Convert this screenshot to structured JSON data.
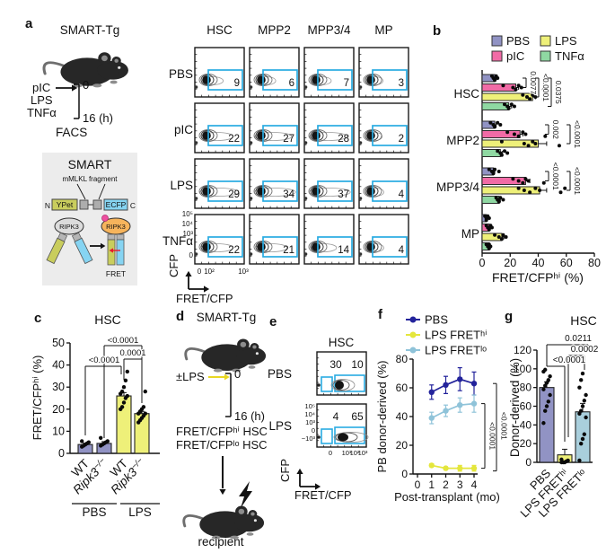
{
  "panel_labels": {
    "a": "a",
    "b": "b",
    "c": "c",
    "d": "d",
    "e": "e",
    "f": "f",
    "g": "g"
  },
  "colors": {
    "pbs": "#9193c4",
    "pic": "#f16ba6",
    "lps": "#eef079",
    "tnfa": "#8fd8a2",
    "lps_lo": "#a9cfdc",
    "line_pbs": "#23239b",
    "line_hi": "#e4e63c",
    "line_lo": "#8fc3d9",
    "gate": "#29abe2",
    "red": "#e8192c",
    "ink": "#111111"
  },
  "panels": {
    "a": {
      "model": "SMART-Tg",
      "stimuli": [
        "pIC",
        "LPS",
        "TNFα"
      ],
      "t0": "0",
      "t1": "16 (h)",
      "readout": "FACS",
      "smart": {
        "title": "SMART",
        "fragment": "mMLKL fragment",
        "n": "N",
        "c": "C",
        "ypet": "YPet",
        "ecfp": "ECFP",
        "ripk3": "RIPK3",
        "fret": "FRET"
      },
      "flow": {
        "columns": [
          "HSC",
          "MPP2",
          "MPP3/4",
          "MP"
        ],
        "rows": [
          "PBS",
          "pIC",
          "LPS",
          "TNFα"
        ],
        "values": [
          [
            9,
            6,
            7,
            3
          ],
          [
            22,
            27,
            28,
            2
          ],
          [
            29,
            34,
            37,
            4
          ],
          [
            22,
            21,
            14,
            4
          ]
        ],
        "y_ticks": [
          "10⁵",
          "10⁴",
          "10³",
          "0"
        ],
        "x_ticks": [
          "0",
          "10²",
          "10³"
        ],
        "ylabel": "CFP",
        "xlabel": "FRET/CFP"
      }
    },
    "d": {
      "model": "SMART-Tg",
      "stimulus": "±LPS",
      "t0": "0",
      "t1": "16 (h)",
      "sorted": [
        "FRET/CFPʰⁱ HSC",
        "FRET/CFPˡᵒ HSC"
      ],
      "recipient": "recipient"
    },
    "e": {
      "title": "HSC",
      "rows": [
        "PBS",
        "LPS"
      ],
      "values": [
        [
          30,
          10
        ],
        [
          4,
          65
        ]
      ],
      "y_ticks": [
        "10⁵",
        "10⁴",
        "10³",
        "0",
        "−10³"
      ],
      "x_ticks": [
        "0",
        "10¹",
        "10²",
        "10³"
      ],
      "ylabel": "CFP",
      "xlabel": "FRET/CFP"
    }
  },
  "chart_data": [
    {
      "id": "b",
      "type": "bar",
      "orientation": "horizontal",
      "categories": [
        "HSC",
        "MPP2",
        "MPP3/4",
        "MP"
      ],
      "series": [
        {
          "name": "PBS",
          "color_key": "pbs",
          "values": [
            9,
            9,
            8,
            3
          ],
          "errors": [
            1,
            1,
            1,
            0.5
          ],
          "dots": [
            [
              7,
              8,
              9,
              10,
              11
            ],
            [
              6,
              8,
              9,
              11,
              13
            ],
            [
              5,
              7,
              8,
              9,
              12
            ],
            [
              2,
              3,
              3,
              4,
              5
            ]
          ]
        },
        {
          "name": "pIC",
          "color_key": "pic",
          "values": [
            24,
            27,
            31,
            5
          ],
          "errors": [
            2,
            2,
            3,
            0.5
          ],
          "dots": [
            [
              15,
              22,
              24,
              26,
              28,
              44
            ],
            [
              18,
              23,
              26,
              29,
              31,
              45
            ],
            [
              22,
              26,
              29,
              31,
              33,
              44
            ],
            [
              3,
              4,
              5,
              6,
              7
            ]
          ]
        },
        {
          "name": "LPS",
          "color_key": "lps",
          "values": [
            36,
            40,
            41,
            14
          ],
          "errors": [
            2,
            6,
            5,
            1.5
          ],
          "dots": [
            [
              29,
              32,
              34,
              36,
              38,
              44
            ],
            [
              14,
              30,
              33,
              36,
              38,
              55
            ],
            [
              26,
              30,
              34,
              38,
              41,
              56,
              59
            ],
            [
              9,
              12,
              14,
              15,
              17
            ]
          ]
        },
        {
          "name": "TNFα",
          "color_key": "tnfa",
          "values": [
            19,
            13,
            12,
            5
          ],
          "errors": [
            2,
            1.5,
            1,
            0.5
          ],
          "dots": [
            [
              16,
              18,
              19,
              21,
              23
            ],
            [
              11,
              13,
              14,
              16,
              18
            ],
            [
              10,
              11,
              12,
              13,
              15
            ],
            [
              3,
              4,
              5,
              5,
              6
            ]
          ]
        }
      ],
      "legend": [
        [
          "PBS",
          "pbs"
        ],
        [
          "LPS",
          "lps"
        ],
        [
          "pIC",
          "pic"
        ],
        [
          "TNFα",
          "tnfa"
        ]
      ],
      "xlabel": "FRET/CFPʰⁱ (%)",
      "xlim": [
        0,
        80
      ],
      "x_ticks": [
        0,
        20,
        40,
        60,
        80
      ],
      "pvalues": [
        {
          "group": 0,
          "a": 0,
          "b": 1,
          "label": "0.0077"
        },
        {
          "group": 0,
          "a": 0,
          "b": 2,
          "label": "<0.0001"
        },
        {
          "group": 0,
          "a": 0,
          "b": 3,
          "label": "0.0375"
        },
        {
          "group": 1,
          "a": 0,
          "b": 1,
          "label": "0.002"
        },
        {
          "group": 1,
          "a": 0,
          "b": 2,
          "label": "<0.0001"
        },
        {
          "group": 2,
          "a": 0,
          "b": 1,
          "label": "<0.0001"
        },
        {
          "group": 2,
          "a": 0,
          "b": 2,
          "label": "<0.0001"
        }
      ]
    },
    {
      "id": "c",
      "type": "bar",
      "title": "HSC",
      "categories": [
        {
          "label": "WT"
        },
        {
          "label": "Ripk3",
          "sup": "−/−",
          "italic": true
        },
        {
          "label": "WT"
        },
        {
          "label": "Ripk3",
          "sup": "−/−",
          "italic": true
        }
      ],
      "group_labels": [
        "PBS",
        "LPS"
      ],
      "values": [
        4,
        4.5,
        26,
        18
      ],
      "errors": [
        0.6,
        0.8,
        1.5,
        1
      ],
      "bar_color_keys": [
        "pbs",
        "pbs",
        "lps",
        "lps"
      ],
      "dots": [
        [
          3,
          3.5,
          4,
          4.5,
          5,
          5.5
        ],
        [
          3.5,
          4,
          4.5,
          5,
          5.5,
          7
        ],
        [
          20,
          21,
          23,
          25,
          26,
          27,
          28,
          30,
          33,
          37
        ],
        [
          14,
          15,
          16,
          17,
          18,
          18,
          19,
          20,
          21,
          28
        ]
      ],
      "ylabel": "FRET/CFPʰⁱ (%)",
      "ylim": [
        0,
        50
      ],
      "y_ticks": [
        0,
        10,
        20,
        30,
        40,
        50
      ],
      "pvalues": [
        {
          "label": "<0.0001"
        },
        {
          "label": "<0.0001"
        },
        {
          "label": "0.0001"
        }
      ]
    },
    {
      "id": "f",
      "type": "line",
      "x": [
        1,
        2,
        3,
        4
      ],
      "series": [
        {
          "name": "PBS",
          "color_key": "line_pbs",
          "values": [
            57,
            62,
            66,
            63
          ],
          "errors": [
            5,
            6,
            8,
            8
          ]
        },
        {
          "name": "LPS FRETʰⁱ",
          "color_key": "line_hi",
          "values": [
            6,
            4,
            4,
            4
          ],
          "errors": [
            1,
            1,
            2,
            2
          ]
        },
        {
          "name": "LPS FRETˡᵒ",
          "color_key": "line_lo",
          "values": [
            39,
            44,
            48,
            49
          ],
          "errors": [
            4,
            4,
            5,
            6
          ]
        }
      ],
      "xlabel": "Post-transplant (mo)",
      "ylabel": "PB donor-derived (%)",
      "ylim": [
        0,
        80
      ],
      "y_ticks": [
        0,
        20,
        40,
        60,
        80
      ],
      "x_ticks": [
        0,
        1,
        2,
        3,
        4
      ],
      "pvalues": [
        {
          "label": "<0.0001"
        },
        {
          "label": "<0.0001"
        }
      ]
    },
    {
      "id": "g",
      "type": "bar",
      "title": "HSC",
      "categories": [
        {
          "label": "PBS"
        },
        {
          "label": "LPS FRETʰⁱ"
        },
        {
          "label": "LPS FRETˡᵒ"
        }
      ],
      "values": [
        80,
        8,
        54
      ],
      "errors": [
        6,
        6,
        9
      ],
      "bar_color_keys": [
        "pbs",
        "lps",
        "lps_lo"
      ],
      "dots": [
        [
          42,
          55,
          60,
          65,
          72,
          78,
          82,
          85,
          88,
          92,
          97,
          99
        ],
        [
          0,
          0,
          0,
          1,
          2,
          3
        ],
        [
          2,
          20,
          25,
          30,
          48,
          52,
          55,
          60,
          66,
          72,
          80,
          88,
          95
        ]
      ],
      "ylabel": "Donor-derived (%)",
      "ylim": [
        0,
        120
      ],
      "y_ticks": [
        0,
        20,
        40,
        60,
        80,
        100,
        120
      ],
      "pvalues": [
        {
          "label": "0.0211"
        },
        {
          "label": "0.0002"
        },
        {
          "label": "<0.0001"
        }
      ]
    }
  ]
}
